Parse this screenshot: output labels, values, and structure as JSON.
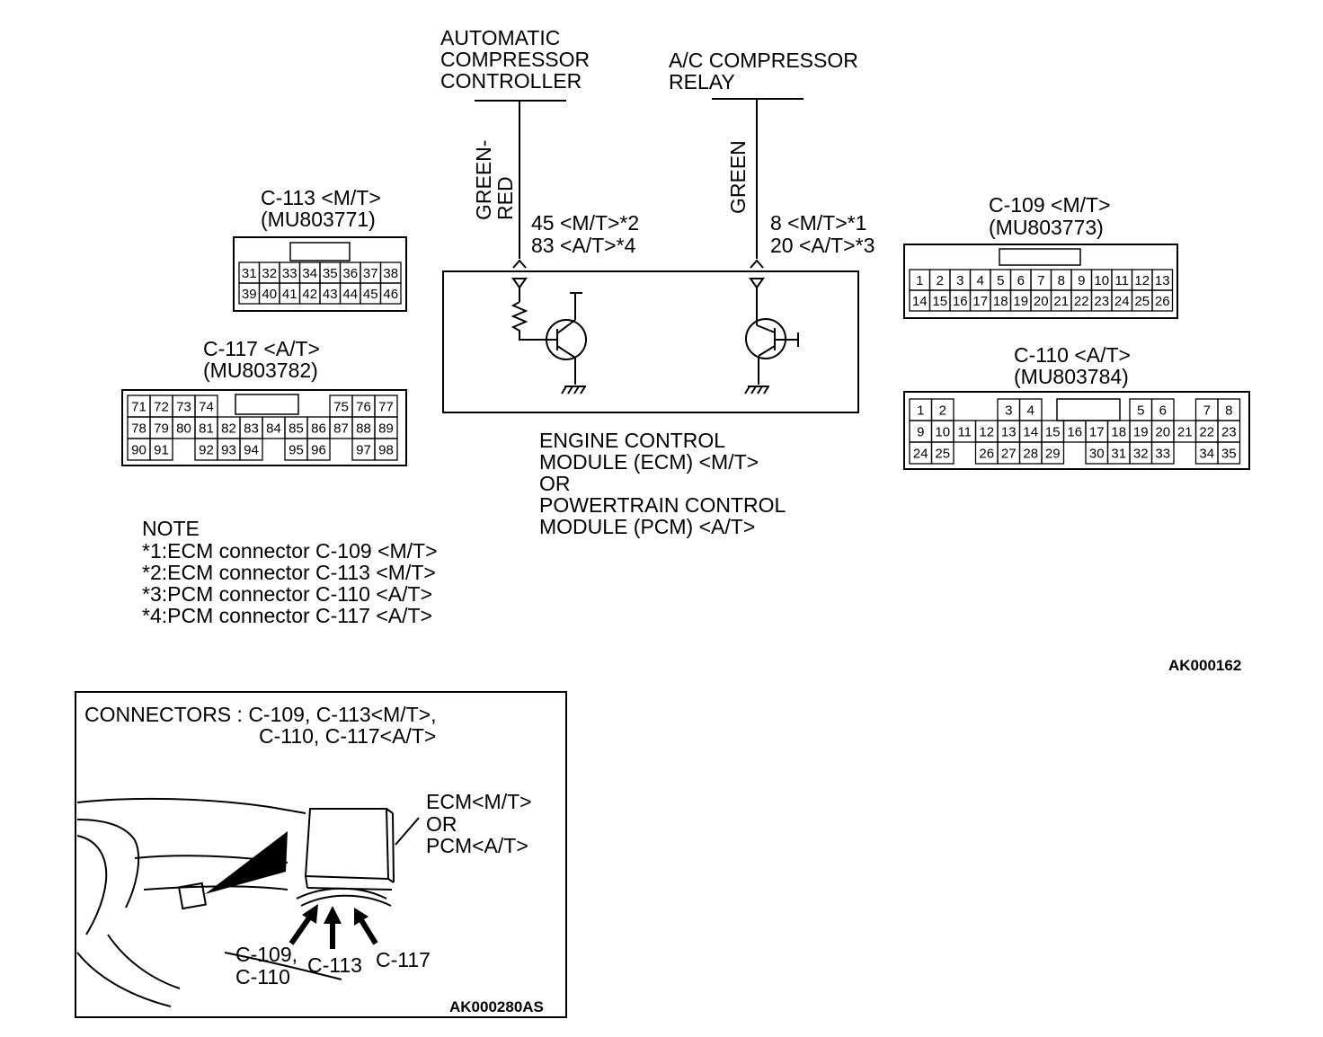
{
  "colors": {
    "ink": "#000000",
    "paper": "#ffffff"
  },
  "top_labels": {
    "acc_controller": [
      "AUTOMATIC",
      "COMPRESSOR",
      "CONTROLLER"
    ],
    "ac_relay": [
      "A/C COMPRESSOR",
      "RELAY"
    ]
  },
  "wires": {
    "left_color": [
      "GREEN-",
      "RED"
    ],
    "right_color": "GREEN",
    "left_pins": [
      "45 <M/T>*2",
      "83 <A/T>*4"
    ],
    "right_pins": [
      "8 <M/T>*1",
      "20 <A/T>*3"
    ]
  },
  "ecm_label": [
    "ENGINE CONTROL",
    "MODULE (ECM) <M/T>",
    "OR",
    "POWERTRAIN CONTROL",
    "MODULE (PCM) <A/T>"
  ],
  "connectors": {
    "c113": {
      "title": "C-113 <M/T>",
      "part": "(MU803771)",
      "rows": [
        [
          "31",
          "32",
          "33",
          "34",
          "35",
          "36",
          "37",
          "38"
        ],
        [
          "39",
          "40",
          "41",
          "42",
          "43",
          "44",
          "45",
          "46"
        ]
      ]
    },
    "c117": {
      "title": "C-117 <A/T>",
      "part": "(MU803782)",
      "rows": [
        [
          "71",
          "72",
          "73",
          "74",
          "",
          "",
          "",
          "",
          "",
          "75",
          "76",
          "77"
        ],
        [
          "78",
          "79",
          "80",
          "81",
          "82",
          "83",
          "84",
          "85",
          "86",
          "87",
          "88",
          "89"
        ],
        [
          "90",
          "91",
          "",
          "92",
          "93",
          "94",
          "",
          "95",
          "96",
          "",
          "97",
          "98"
        ]
      ]
    },
    "c109": {
      "title": "C-109 <M/T>",
      "part": "(MU803773)",
      "rows": [
        [
          "1",
          "2",
          "3",
          "4",
          "5",
          "6",
          "7",
          "8",
          "9",
          "10",
          "11",
          "12",
          "13"
        ],
        [
          "14",
          "15",
          "16",
          "17",
          "18",
          "19",
          "20",
          "21",
          "22",
          "23",
          "24",
          "25",
          "26"
        ]
      ]
    },
    "c110": {
      "title": "C-110 <A/T>",
      "part": "(MU803784)",
      "rows": [
        [
          "1",
          "2",
          "",
          "",
          "3",
          "4",
          "",
          "",
          "",
          "",
          "5",
          "6",
          "",
          "7",
          "8"
        ],
        [
          "9",
          "10",
          "11",
          "12",
          "13",
          "14",
          "15",
          "16",
          "17",
          "18",
          "19",
          "20",
          "21",
          "22",
          "23"
        ],
        [
          "24",
          "25",
          "",
          "26",
          "27",
          "28",
          "29",
          "",
          "30",
          "31",
          "32",
          "33",
          "",
          "34",
          "35"
        ]
      ]
    }
  },
  "note": {
    "title": "NOTE",
    "lines": [
      "*1:ECM connector C-109 <M/T>",
      "*2:ECM connector C-113 <M/T>",
      "*3:PCM connector C-110 <A/T>",
      "*4:PCM connector C-117 <A/T>"
    ]
  },
  "figure_code_top": "AK000162",
  "location": {
    "header": [
      "CONNECTORS : C-109, C-113<M/T>,",
      "C-110, C-117<A/T>"
    ],
    "module_label": [
      "ECM<M/T>",
      "OR",
      "PCM<A/T>"
    ],
    "callout_left": [
      "C-109,",
      "C-110"
    ],
    "callout_mid": "C-113",
    "callout_right": "C-117",
    "code": "AK000280AS"
  }
}
